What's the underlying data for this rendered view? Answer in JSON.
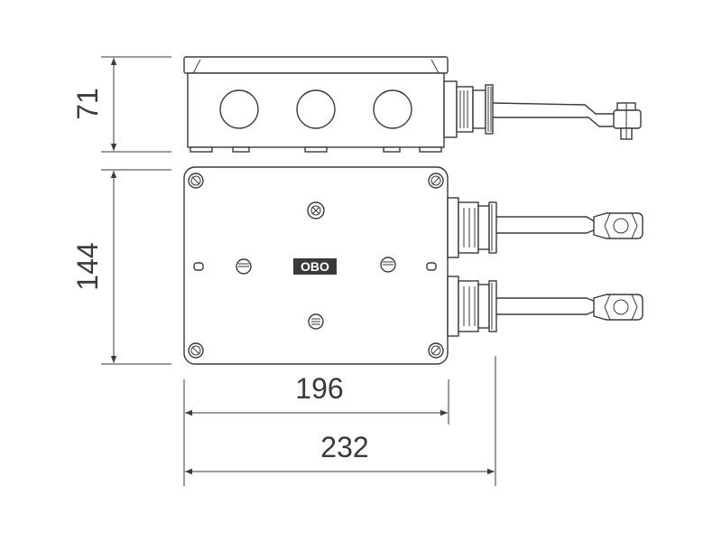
{
  "dimensions": {
    "height_side": "71",
    "height_top": "144",
    "width_inner": "196",
    "width_overall": "232"
  },
  "logo": {
    "text": "OBO"
  },
  "colors": {
    "line": "#3a3a3a",
    "background": "#ffffff"
  }
}
